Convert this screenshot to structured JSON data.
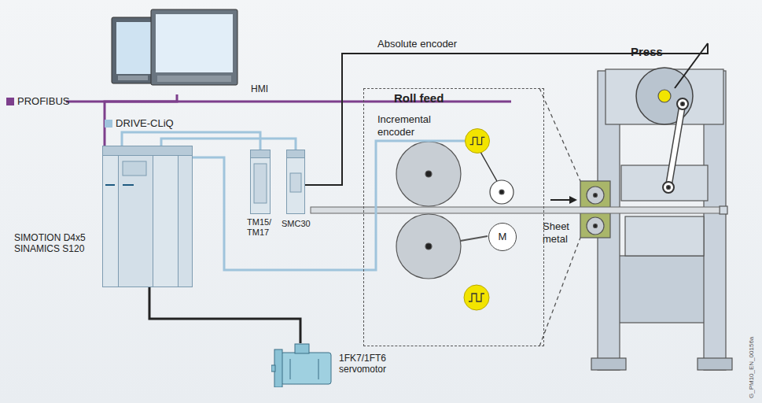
{
  "diagram": {
    "nodes": [
      {
        "text": [
          "HMI"
        ]
      },
      {
        "text": [
          "SIMOTION D4x5 SINAMICS S120"
        ]
      },
      {
        "text": [
          "TM15/ TM17"
        ]
      },
      {
        "text": [
          "SMC30"
        ]
      },
      {
        "text": [
          "Roll feed"
        ]
      },
      {
        "text": [
          "Incremental encoder"
        ],
        "in": 4
      },
      {
        "text": [
          "M"
        ],
        "in": 4
      },
      {
        "text": [
          "Press"
        ]
      },
      {
        "text": [
          "1FK7/1FT6 servomotor"
        ]
      }
    ],
    "edges": [
      {
        "from": 0,
        "to": 1,
        "arrow": "none"
      },
      {
        "from": 1,
        "to": 2,
        "arrow": "none"
      },
      {
        "from": 1,
        "to": 3,
        "arrow": "none"
      },
      {
        "from": 3,
        "to": 7,
        "label": "Absolute encoder",
        "arrow": "none"
      },
      {
        "from": 1,
        "to": 5,
        "arrow": "none"
      },
      {
        "from": 1,
        "to": 8,
        "arrow": "none"
      }
    ],
    "labels": [
      "Sheet metal",
      "G_PM10_EN_00156a"
    ],
    "legend": [
      {
        "text": "PROFIBUS",
        "color": "#7d3f8c"
      },
      {
        "text": "DRIVE-CLiQ",
        "color": "#9fc4dc"
      }
    ]
  }
}
